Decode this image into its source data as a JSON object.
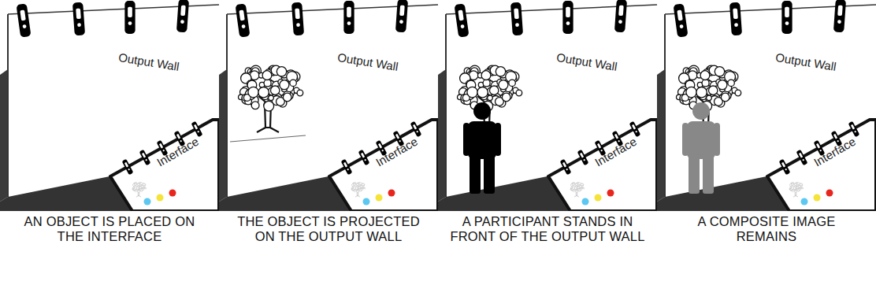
{
  "diagram": {
    "labels": [
      "Output Wall",
      "Interface",
      "AN OBJECT IS PLACED ON THE INTERFACE",
      "Output Wall",
      "Interface",
      "THE OBJECT IS PROJECTED ON THE OUTPUT WALL",
      "Output Wall",
      "Interface",
      "A PARTICIPANT STANDS IN FRONT OF THE OUTPUT WALL",
      "Output Wall",
      "Interface",
      "A COMPOSITE IMAGE REMAINS"
    ]
  }
}
